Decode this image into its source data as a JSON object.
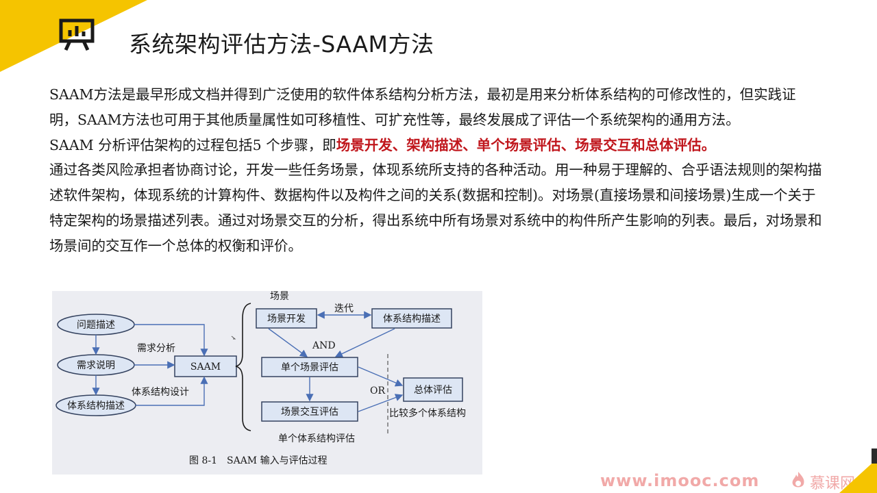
{
  "slide": {
    "title": "系统架构评估方法-SAAM方法",
    "icon": "presentation-board-icon"
  },
  "paragraphs": {
    "p1": "SAAM方法是最早形成文档并得到广泛使用的软件体系结构分析方法，最初是用来分析体系结构的可修改性的，但实践证明，SAAM方法也可用于其他质量属性如可移植性、可扩充性等，最终发展成了评估一个系统架构的通用方法。",
    "p2_prefix": "SAAM 分析评估架构的过程包括5 个步骤，即",
    "p2_highlight": "场景开发、架构描述、单个场景评估、场景交互和总体评估。",
    "p3": "通过各类风险承担者协商讨论，开发一些任务场景，体现系统所支持的各种活动。用一种易于理解的、合乎语法规则的架构描述软件架构，体现系统的计算构件、数据构件以及构件之间的关系(数据和控制)。对场景(直接场景和间接场景)生成一个关于特定架构的场景描述列表。通过对场景交互的分析，得出系统中所有场景对系统中的构件所产生影响的列表。最后，对场景和场景间的交互作一个总体的权衡和评价。"
  },
  "figure": {
    "nodes": {
      "problem": "问题描述",
      "requirement": "需求说明",
      "arch_desc_left": "体系结构描述",
      "saam": "SAAM",
      "scene_dev": "场景开发",
      "arch_desc_right": "体系结构描述",
      "single_eval": "单个场景评估",
      "interaction_eval": "场景交互评估",
      "overall_eval": "总体评估"
    },
    "labels": {
      "req_analysis": "需求分析",
      "arch_design": "体系结构设计",
      "scene": "场景",
      "iterate": "迭代",
      "and": "AND",
      "or": "OR",
      "single_arch_eval": "单个体系结构评估",
      "compare": "比较多个体系结构",
      "caption": "图 8-1　SAAM 输入与评估过程"
    }
  },
  "footer": {
    "url": "www.imooc.com",
    "brand": "慕课网"
  },
  "colors": {
    "accent_yellow": "#f5c400",
    "highlight_red": "#c0161c",
    "footer_pink": "#f1a9a8"
  }
}
